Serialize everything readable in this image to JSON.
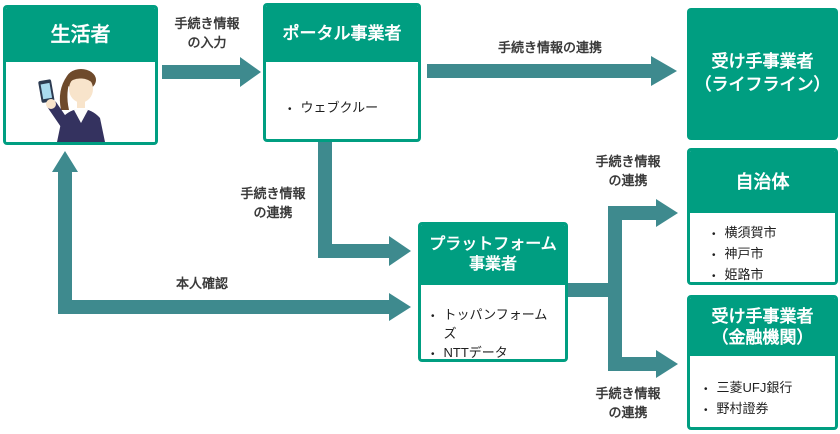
{
  "diagram": {
    "colors": {
      "box_teal": "#009E81",
      "arrow_teal": "#3E8A8E",
      "label_text": "#3a3a3a"
    },
    "boxes": {
      "consumer": {
        "title": "生活者",
        "illustration": "woman-with-smartphone-icon"
      },
      "portal": {
        "title": "ポータル事業者",
        "items": [
          "ウェブクルー"
        ]
      },
      "lifeline": {
        "title_line1": "受け手事業者",
        "title_line2": "（ライフライン）"
      },
      "platform": {
        "title_line1": "プラットフォーム",
        "title_line2": "事業者",
        "items": [
          "トッパンフォームズ",
          "NTTデータ"
        ]
      },
      "municipality": {
        "title": "自治体",
        "items": [
          "横須賀市",
          "神戸市",
          "姫路市"
        ]
      },
      "financial": {
        "title_line1": "受け手事業者",
        "title_line2": "（金融機関）",
        "items": [
          "三菱UFJ銀行",
          "野村證券"
        ]
      }
    },
    "labels": {
      "input": {
        "line1": "手続き情報",
        "line2": "の入力"
      },
      "link_top": "手続き情報の連携",
      "link_mid": {
        "line1": "手続き情報",
        "line2": "の連携"
      },
      "identity": "本人確認",
      "link_muni": {
        "line1": "手続き情報",
        "line2": "の連携"
      },
      "link_fin": {
        "line1": "手続き情報",
        "line2": "の連携"
      }
    }
  }
}
